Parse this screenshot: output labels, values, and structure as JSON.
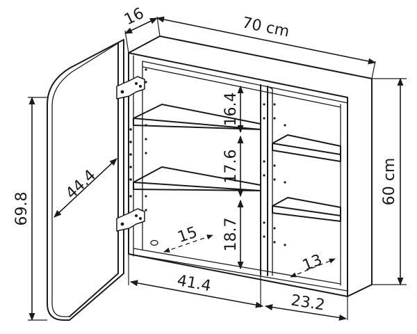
{
  "dimensions": {
    "width": "70 cm",
    "height": "60 cm",
    "depth": "16",
    "door_height": "69.8",
    "door_width": "44.4",
    "left_section_width": "41.4",
    "right_section_width": "23.2",
    "left_shelf_depth": "15",
    "right_shelf_depth": "13",
    "shelf_gap_top": "16.4",
    "shelf_gap_middle": "17.6",
    "shelf_gap_bottom": "18.7"
  }
}
